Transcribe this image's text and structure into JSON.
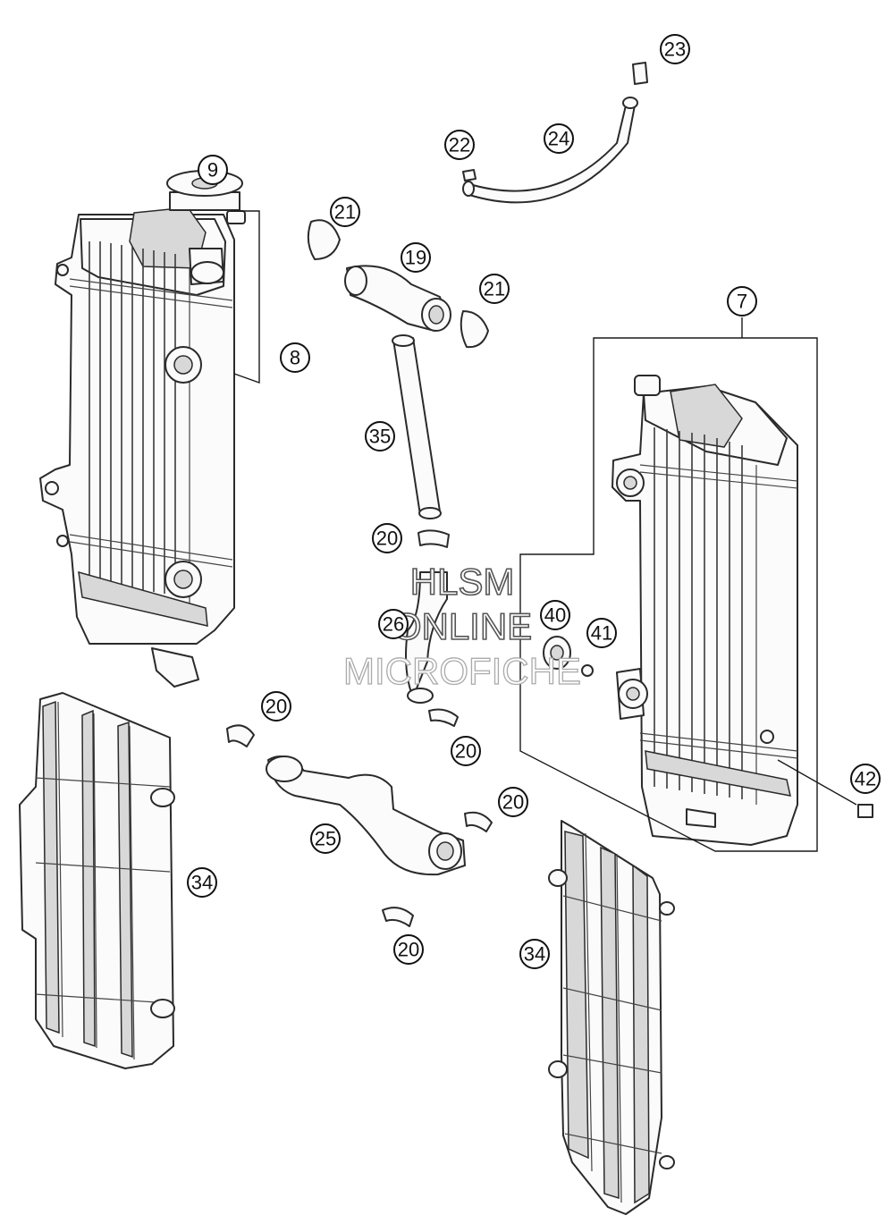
{
  "watermark": {
    "line1": "HLSM",
    "line2": "ONLINE",
    "line3": "MICROFICHE"
  },
  "callouts": {
    "c9": "9",
    "c8": "8",
    "c7": "7",
    "c19": "19",
    "c20a": "20",
    "c20b": "20",
    "c20c": "20",
    "c20d": "20",
    "c20e": "20",
    "c21a": "21",
    "c21b": "21",
    "c22": "22",
    "c23": "23",
    "c24": "24",
    "c25": "25",
    "c26": "26",
    "c34a": "34",
    "c34b": "34",
    "c35": "35",
    "c40": "40",
    "c41": "41",
    "c42": "42"
  }
}
